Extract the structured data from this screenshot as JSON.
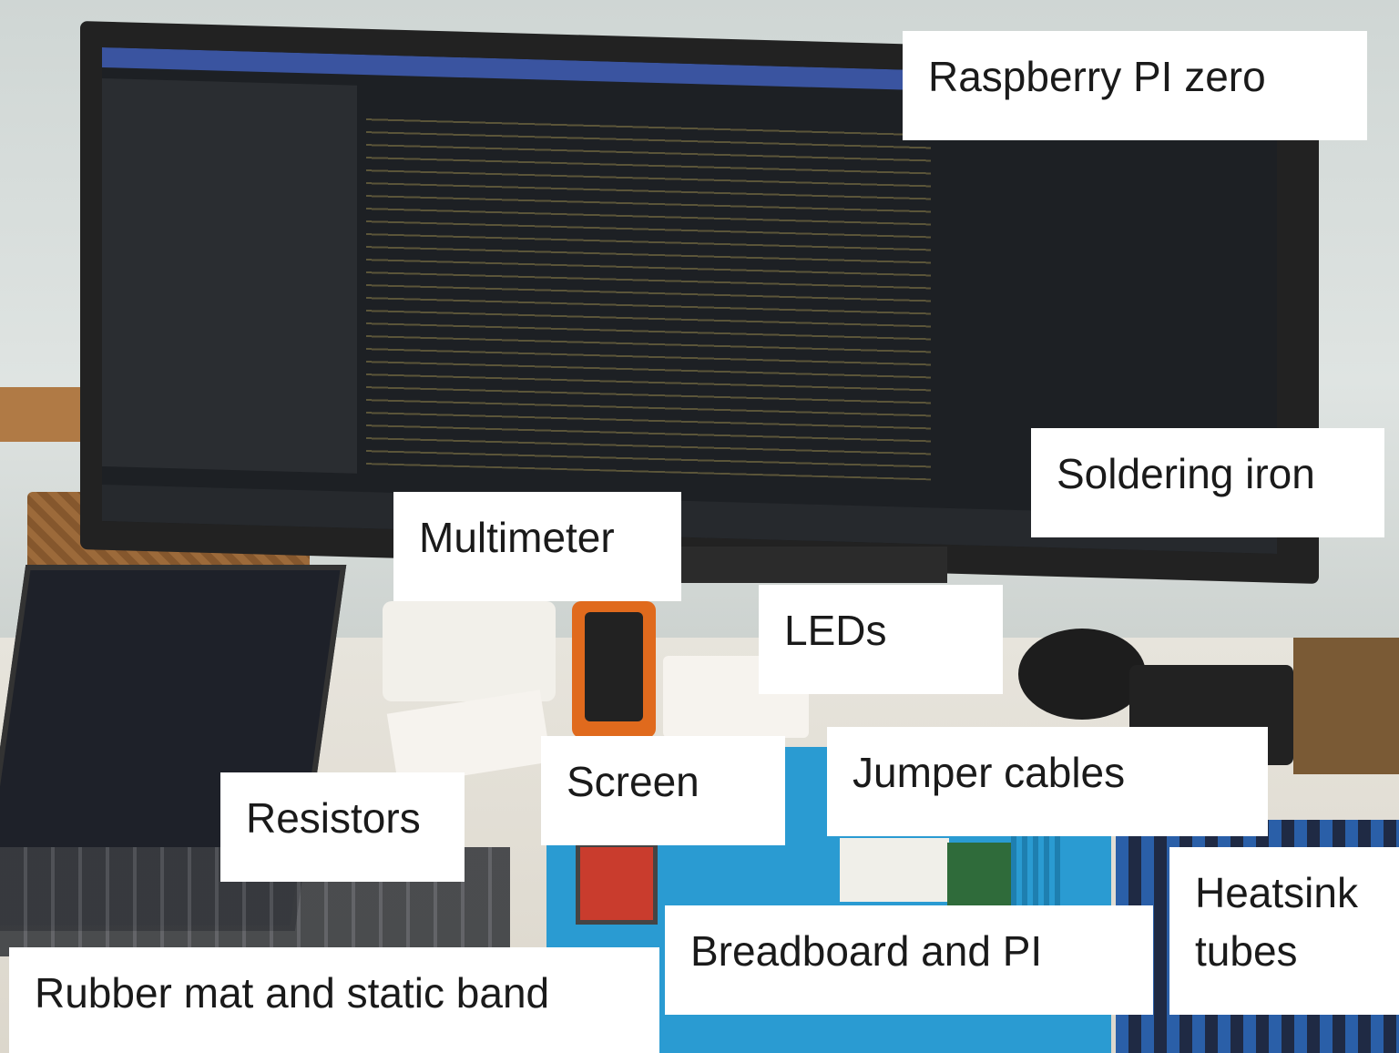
{
  "image": {
    "labels": {
      "raspberry_pi": "Raspberry PI zero",
      "soldering_iron": "Soldering iron",
      "multimeter": "Multimeter",
      "leds": "LEDs",
      "screen": "Screen",
      "jumper_cables": "Jumper cables",
      "resistors": "Resistors",
      "heatsink_tubes": "Heatsink\ntubes",
      "breadboard_pi": "Breadboard and PI",
      "rubber_mat": "Rubber mat and static band"
    }
  }
}
